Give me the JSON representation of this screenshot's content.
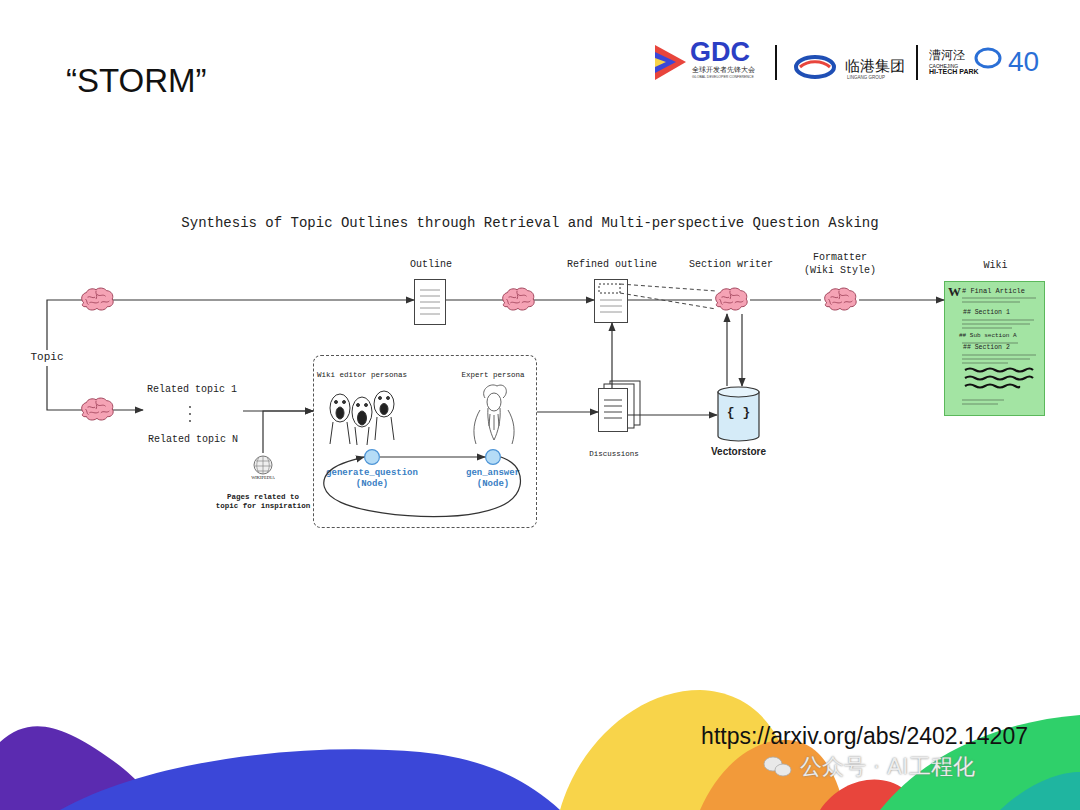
{
  "diagram": {
    "title": "“STORM”",
    "nodes": [
      {
        "text": [
          "Topic"
        ]
      },
      {
        "text": [
          "Outline"
        ]
      },
      {
        "text": [
          "Refined outline"
        ]
      },
      {
        "text": [
          "Section writer"
        ]
      },
      {
        "text": [
          "Formatter (Wiki Style)"
        ]
      },
      {
        "text": [
          "Wiki",
          "W",
          "# Final Article",
          "## Section 1",
          "## Sub section A",
          "## Section 2"
        ]
      },
      {
        "text": [
          "Related topic 1",
          "Related topic N"
        ]
      },
      {
        "text": [
          "WIKIPEDIA",
          "Pages related to topic for inspiration"
        ]
      },
      {
        "text": []
      },
      {
        "text": [
          "Wiki editor personas"
        ],
        "in": 8
      },
      {
        "text": [
          "Expert persona"
        ],
        "in": 8
      },
      {
        "text": [
          "generate_question (Node)"
        ],
        "in": 8
      },
      {
        "text": [
          "gen_answer (Node)"
        ],
        "in": 8
      },
      {
        "text": [
          "Discussions"
        ]
      },
      {
        "text": [
          "{ }",
          "Vectorstore"
        ]
      }
    ],
    "edges": [
      {
        "from": 0,
        "to": 1,
        "arrow": "to"
      },
      {
        "from": 0,
        "to": 6,
        "arrow": "to"
      },
      {
        "from": 6,
        "to": 8,
        "arrow": "to"
      },
      {
        "from": 7,
        "to": 8,
        "arrow": "to"
      },
      {
        "from": 11,
        "to": 12,
        "arrow": "to"
      },
      {
        "from": 12,
        "to": 11,
        "arrow": "to"
      },
      {
        "from": 8,
        "to": 13,
        "arrow": "to"
      },
      {
        "from": 13,
        "to": 2,
        "arrow": "to"
      },
      {
        "from": 13,
        "to": 14,
        "arrow": "to"
      },
      {
        "from": 1,
        "to": 2,
        "arrow": "to"
      },
      {
        "from": 2,
        "to": 3,
        "arrow": "none"
      },
      {
        "from": 3,
        "to": 14,
        "arrow": "to"
      },
      {
        "from": 14,
        "to": 3,
        "arrow": "to"
      },
      {
        "from": 3,
        "to": 4,
        "arrow": "none"
      },
      {
        "from": 4,
        "to": 5,
        "arrow": "to"
      }
    ],
    "labels": [
      "Synthesis of Topic Outlines through Retrieval and Multi-perspective Question Asking",
      "https://arxiv.org/abs/2402.14207",
      "公众号 · AI工程化",
      "GDC",
      "全球开发者先锋大会",
      "GLOBAL DEVELOPER CONFERENCE",
      "临港集团",
      "LINGANG GROUP",
      "漕河泾",
      "CAOHEJING",
      "HI-TECH PARK",
      "40"
    ]
  }
}
